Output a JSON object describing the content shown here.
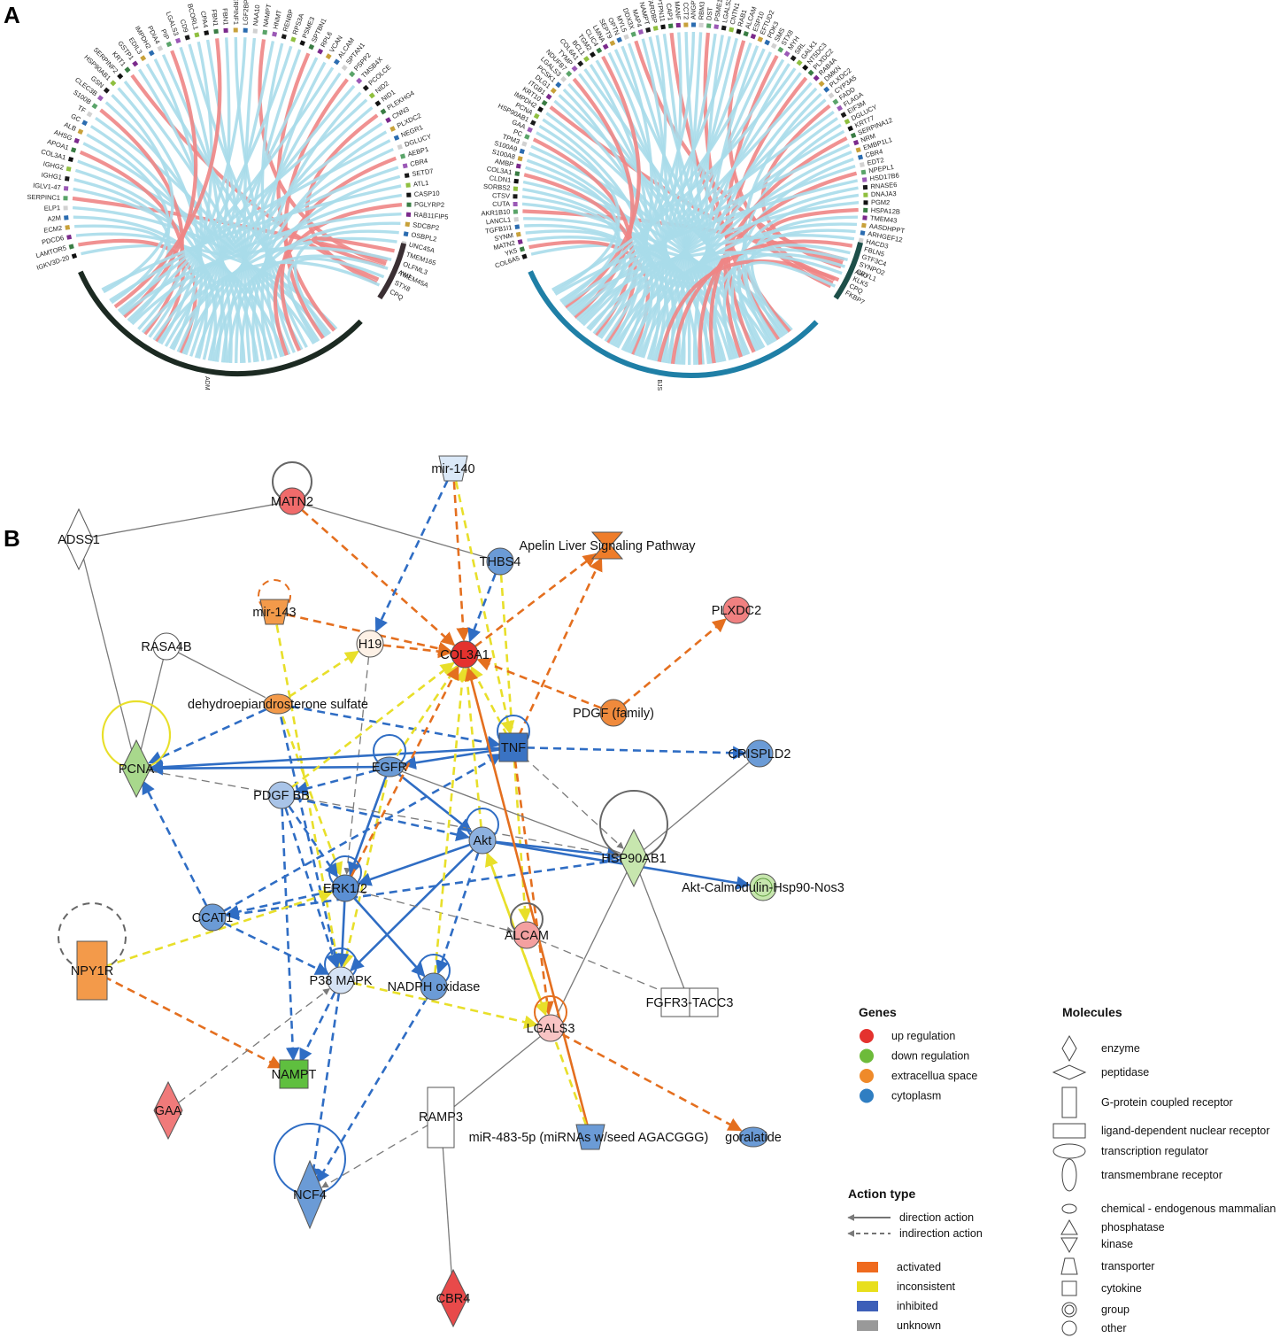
{
  "panels": {
    "a": "A",
    "b": "B"
  },
  "chord_left": {
    "genes": [
      "IGKV3D-20",
      "LAMTOR5",
      "PDCD6",
      "ECM2",
      "A2M",
      "ELP1",
      "SERPINC1",
      "IGLV1-47",
      "IGHG1",
      "IGHG2",
      "COL3A1",
      "APOA1",
      "AHSG",
      "ALB",
      "GC",
      "TF",
      "S100B",
      "CLEC3B",
      "GSN",
      "HSP90AB1",
      "SERPINF2",
      "KRT1",
      "GSTP1",
      "EDIL3",
      "IMPDH2",
      "PDIA4",
      "PIP",
      "LGALS3",
      "CD9",
      "BCORL1",
      "CPA4",
      "FBN1",
      "FBN1",
      "SERPINF1",
      "LGF2BP3",
      "NAA10",
      "NAMPT",
      "HNMT",
      "RENBP",
      "RPS3A",
      "PSME3",
      "SPTBN1",
      "RPL6",
      "VCAN",
      "ALCAM",
      "SPTAN1",
      "PSPP2",
      "TMSB4X",
      "PCOLCE",
      "NID2",
      "NID1",
      "PLEKHG4",
      "CNN3",
      "PLXDC2",
      "NEGR1",
      "DGLUCY",
      "AEBP1",
      "CBR4",
      "SETD7",
      "ATL1",
      "CASP10",
      "PGLYRP2",
      "RAB11FIP5",
      "SDCBP2",
      "OSBPL2",
      "UNC45A",
      "TMEM165",
      "OLFML3",
      "TMEM45A",
      "STX8",
      "CPQ"
    ],
    "group_big": "ADM",
    "group_small": "AWJ"
  },
  "chord_right": {
    "genes": [
      "COL6A5",
      "YK5",
      "MATN2",
      "SYNM",
      "TGFB1I1",
      "LANCL1",
      "AKR1B10",
      "CUTA",
      "CTSV",
      "SORBS2",
      "CLDN1",
      "COL3A1",
      "AMBP",
      "S100A8",
      "S100A9",
      "TPM3",
      "PC",
      "GAA",
      "HSP90AB1",
      "PCNA",
      "IMPDH2",
      "KRT10",
      "ITGB1",
      "DLG1",
      "PCSK1",
      "LGALS3",
      "NDUFB7",
      "TYMP",
      "COL6A1",
      "BCL1",
      "TGM2",
      "CLIC4",
      "LMNA",
      "SEPT9",
      "OPTN",
      "MYL5",
      "DDX3X",
      "MAP4",
      "NAMPT",
      "TARDBP",
      "PTPN11",
      "CAP1",
      "MANF",
      "CCT2",
      "ANGPT1",
      "RBM3",
      "DST",
      "PSME1",
      "LGALS3BP",
      "CNTN1",
      "RAB1",
      "ALCAM",
      "ESP10",
      "EFTUD2",
      "PDK3",
      "SMS",
      "STX8",
      "MYH",
      "SRL",
      "GALK1",
      "NT5DC3",
      "PLXDC2",
      "RAB4A",
      "DMKN",
      "PLXDC2",
      "CYP3A5",
      "FADD",
      "FLAGA",
      "EIF3M",
      "DGLUCY",
      "KRT77",
      "SERPINA12",
      "NRM",
      "EMBP1L1",
      "CBR4",
      "EDT2",
      "NPEPL1",
      "HSD17B6",
      "RNASE6",
      "DNAJA3",
      "PGM2",
      "HSPA12B",
      "TMEM43",
      "AASDHPPT",
      "ARHGEF12",
      "HACD3",
      "FBLN5",
      "GTF3C4",
      "SYNPO2",
      "CRYL1",
      "KLK5",
      "CPQ",
      "FKBP7"
    ],
    "group_big": "BJS",
    "group_small": "AWJ"
  },
  "network": {
    "nodes": [
      {
        "id": "ADSS1",
        "label": "ADSS1",
        "shape": "diamond",
        "color": "#ffffff"
      },
      {
        "id": "MATN2",
        "label": "MATN2",
        "shape": "circle",
        "color": "#f06b6b"
      },
      {
        "id": "MIR140",
        "label": "mir-140",
        "shape": "trapezoid",
        "color": "#dbe9f8"
      },
      {
        "id": "APELIN",
        "label": "Apelin Liver Signaling Pathway",
        "shape": "hourglass",
        "color": "#ef7d2a"
      },
      {
        "id": "THBS4",
        "label": "THBS4",
        "shape": "circle",
        "color": "#6b9bd6"
      },
      {
        "id": "PLXDC2",
        "label": "PLXDC2",
        "shape": "circle",
        "color": "#f08080"
      },
      {
        "id": "MIR143",
        "label": "mir-143",
        "shape": "trapezoid",
        "color": "#f39a4a"
      },
      {
        "id": "RASA4B",
        "label": "RASA4B",
        "shape": "circle",
        "color": "#ffffff"
      },
      {
        "id": "H19",
        "label": "H19",
        "shape": "circle",
        "color": "#fdf1e6"
      },
      {
        "id": "COL3A1",
        "label": "COL3A1",
        "shape": "circle",
        "color": "#e4322e"
      },
      {
        "id": "DHEAS",
        "label": "dehydroepiandrosterone sulfate",
        "shape": "ellipse",
        "color": "#f39a4a"
      },
      {
        "id": "PDGF",
        "label": "PDGF (family)",
        "shape": "circle",
        "color": "#f08a3c"
      },
      {
        "id": "PCNA",
        "label": "PCNA",
        "shape": "diamond",
        "color": "#a8d88c"
      },
      {
        "id": "TNF",
        "label": "TNF",
        "shape": "square",
        "color": "#3a73c3"
      },
      {
        "id": "CRISPLD2",
        "label": "CRISPLD2",
        "shape": "circle",
        "color": "#6b9bd6"
      },
      {
        "id": "EGFR",
        "label": "EGFR",
        "shape": "ellipse",
        "color": "#6b9bd6"
      },
      {
        "id": "PDGFBB",
        "label": "PDGF BB",
        "shape": "circle",
        "color": "#a9c4e8"
      },
      {
        "id": "AKT",
        "label": "Akt",
        "shape": "circle",
        "color": "#8db1e0"
      },
      {
        "id": "HSP90AB1",
        "label": "HSP90AB1",
        "shape": "diamond",
        "color": "#c7e6ae"
      },
      {
        "id": "AKTCAL",
        "label": "Akt-Calmodulin-Hsp90-Nos3",
        "shape": "group",
        "color": "#c7e6ae"
      },
      {
        "id": "ERK12",
        "label": "ERK1/2",
        "shape": "circle",
        "color": "#5b8fd3"
      },
      {
        "id": "CCAT1",
        "label": "CCAT1",
        "shape": "circle",
        "color": "#6b9bd6"
      },
      {
        "id": "ALCAM",
        "label": "ALCAM",
        "shape": "circle",
        "color": "#f4a0a0"
      },
      {
        "id": "NPY1R",
        "label": "NPY1R",
        "shape": "rect",
        "color": "#f39a4a"
      },
      {
        "id": "P38",
        "label": "P38 MAPK",
        "shape": "circle",
        "color": "#d5e3f5"
      },
      {
        "id": "NADPH",
        "label": "NADPH oxidase",
        "shape": "circle",
        "color": "#6b9bd6"
      },
      {
        "id": "FGFR3",
        "label": "FGFR3-TACC3",
        "shape": "split",
        "color": "#ffffff"
      },
      {
        "id": "LGALS3",
        "label": "LGALS3",
        "shape": "circle",
        "color": "#f8c4c4"
      },
      {
        "id": "NAMPT",
        "label": "NAMPT",
        "shape": "square",
        "color": "#5fbf3f"
      },
      {
        "id": "GAA",
        "label": "GAA",
        "shape": "diamond",
        "color": "#f07a7a"
      },
      {
        "id": "RAMP3",
        "label": "RAMP3",
        "shape": "rect",
        "color": "#ffffff"
      },
      {
        "id": "MIR483",
        "label": "miR-483-5p (miRNAs w/seed AGACGGG)",
        "shape": "trapezoid",
        "color": "#6b9bd6"
      },
      {
        "id": "GORALATIDE",
        "label": "goralatide",
        "shape": "ellipse",
        "color": "#6b9bd6"
      },
      {
        "id": "NCF4",
        "label": "NCF4",
        "shape": "diamond",
        "color": "#6b9bd6"
      },
      {
        "id": "CBR4",
        "label": "CBR4",
        "shape": "diamond",
        "color": "#e84a4a"
      }
    ],
    "edges": [
      [
        "ADSS1",
        "MATN2",
        "gray",
        "solid"
      ],
      [
        "ADSS1",
        "PCNA",
        "gray",
        "solid"
      ],
      [
        "MATN2",
        "THBS4",
        "gray",
        "solid"
      ],
      [
        "MATN2",
        "COL3A1",
        "orange",
        "dash"
      ],
      [
        "MIR140",
        "COL3A1",
        "orange",
        "dash"
      ],
      [
        "MIR140",
        "H19",
        "blue",
        "dash"
      ],
      [
        "MIR140",
        "TNF",
        "yellow",
        "dash"
      ],
      [
        "THBS4",
        "COL3A1",
        "blue",
        "dash"
      ],
      [
        "THBS4",
        "ALCAM",
        "yellow",
        "dash"
      ],
      [
        "MIR143",
        "COL3A1",
        "orange",
        "dash"
      ],
      [
        "MIR143",
        "P38",
        "yellow",
        "dash"
      ],
      [
        "H19",
        "COL3A1",
        "orange",
        "dash"
      ],
      [
        "H19",
        "ERK12",
        "gray",
        "dash"
      ],
      [
        "COL3A1",
        "APELIN",
        "orange",
        "dash"
      ],
      [
        "PDGF",
        "COL3A1",
        "orange",
        "dash"
      ],
      [
        "PDGF",
        "PLXDC2",
        "orange",
        "dash"
      ],
      [
        "RASA4B",
        "PCNA",
        "gray",
        "solid"
      ],
      [
        "RASA4B",
        "DHEAS",
        "gray",
        "solid"
      ],
      [
        "DHEAS",
        "TNF",
        "blue",
        "dash"
      ],
      [
        "DHEAS",
        "PCNA",
        "blue",
        "dash"
      ],
      [
        "DHEAS",
        "ERK12",
        "yellow",
        "dash"
      ],
      [
        "DHEAS",
        "P38",
        "blue",
        "dash"
      ],
      [
        "DHEAS",
        "H19",
        "yellow",
        "dash"
      ],
      [
        "TNF",
        "CRISPLD2",
        "blue",
        "dash"
      ],
      [
        "TNF",
        "PCNA",
        "blue",
        "solid"
      ],
      [
        "TNF",
        "EGFR",
        "blue",
        "solid"
      ],
      [
        "TNF",
        "COL3A1",
        "yellow",
        "dash"
      ],
      [
        "TNF",
        "APELIN",
        "orange",
        "dash"
      ],
      [
        "TNF",
        "HSP90AB1",
        "gray",
        "dash"
      ],
      [
        "TNF",
        "LGALS3",
        "orange",
        "dash"
      ],
      [
        "EGFR",
        "PCNA",
        "blue",
        "solid"
      ],
      [
        "EGFR",
        "AKT",
        "blue",
        "solid"
      ],
      [
        "EGFR",
        "ERK12",
        "blue",
        "solid"
      ],
      [
        "EGFR",
        "COL3A1",
        "yellow",
        "dash"
      ],
      [
        "EGFR",
        "HSP90AB1",
        "gray",
        "solid"
      ],
      [
        "EGFR",
        "P38",
        "yellow",
        "dash"
      ],
      [
        "PDGFBB",
        "AKT",
        "blue",
        "dash"
      ],
      [
        "PDGFBB",
        "ERK12",
        "blue",
        "dash"
      ],
      [
        "PDGFBB",
        "P38",
        "blue",
        "dash"
      ],
      [
        "PDGFBB",
        "NAMPT",
        "blue",
        "dash"
      ],
      [
        "PDGFBB",
        "COL3A1",
        "yellow",
        "dash"
      ],
      [
        "AKT",
        "HSP90AB1",
        "blue",
        "solid"
      ],
      [
        "AKT",
        "AKTCAL",
        "blue",
        "solid"
      ],
      [
        "AKT",
        "ERK12",
        "blue",
        "solid"
      ],
      [
        "AKT",
        "P38",
        "blue",
        "solid"
      ],
      [
        "AKT",
        "NADPH",
        "blue",
        "dash"
      ],
      [
        "AKT",
        "COL3A1",
        "yellow",
        "dash"
      ],
      [
        "AKT",
        "LGALS3",
        "yellow",
        "solid"
      ],
      [
        "HSP90AB1",
        "CRISPLD2",
        "gray",
        "solid"
      ],
      [
        "HSP90AB1",
        "FGFR3",
        "gray",
        "solid"
      ],
      [
        "HSP90AB1",
        "LGALS3",
        "gray",
        "solid"
      ],
      [
        "HSP90AB1",
        "CCAT1",
        "blue",
        "dash"
      ],
      [
        "ERK12",
        "CCAT1",
        "blue",
        "dash"
      ],
      [
        "ERK12",
        "P38",
        "blue",
        "solid"
      ],
      [
        "ERK12",
        "NADPH",
        "blue",
        "solid"
      ],
      [
        "ERK12",
        "ALCAM",
        "gray",
        "dash"
      ],
      [
        "CCAT1",
        "PCNA",
        "blue",
        "dash"
      ],
      [
        "CCAT1",
        "TNF",
        "blue",
        "dash"
      ],
      [
        "CCAT1",
        "P38",
        "blue",
        "dash"
      ],
      [
        "NPY1R",
        "ERK12",
        "yellow",
        "dash"
      ],
      [
        "NPY1R",
        "NAMPT",
        "orange",
        "dash"
      ],
      [
        "P38",
        "NAMPT",
        "blue",
        "dash"
      ],
      [
        "P38",
        "NCF4",
        "blue",
        "dash"
      ],
      [
        "NADPH",
        "NCF4",
        "blue",
        "dash"
      ],
      [
        "NADPH",
        "COL3A1",
        "yellow",
        "dash"
      ],
      [
        "LGALS3",
        "GORALATIDE",
        "orange",
        "dash"
      ],
      [
        "LGALS3",
        "RAMP3",
        "gray",
        "solid"
      ],
      [
        "ALCAM",
        "FGFR3",
        "gray",
        "dash"
      ],
      [
        "GAA",
        "P38",
        "gray",
        "dash"
      ],
      [
        "RAMP3",
        "CBR4",
        "gray",
        "solid"
      ],
      [
        "RAMP3",
        "NCF4",
        "gray",
        "dash"
      ],
      [
        "MIR483",
        "COL3A1",
        "orange",
        "solid"
      ],
      [
        "MIR483",
        "AKT",
        "yellow",
        "dash"
      ],
      [
        "PCNA",
        "HSP90AB1",
        "gray",
        "dash"
      ],
      [
        "EGFR",
        "PDGFBB",
        "blue",
        "dash"
      ],
      [
        "ERK12",
        "COL3A1",
        "orange",
        "dash"
      ],
      [
        "P38",
        "LGALS3",
        "yellow",
        "dash"
      ]
    ]
  },
  "legend": {
    "genes_title": "Genes",
    "genes": [
      {
        "label": "up regulation",
        "color": "#e4322e"
      },
      {
        "label": "down regulation",
        "color": "#6dbb3a"
      },
      {
        "label": "extracellua space",
        "color": "#ef8a2a"
      },
      {
        "label": "cytoplasm",
        "color": "#2f7ec2"
      }
    ],
    "molecules_title": "Molecules",
    "molecules": [
      {
        "label": "enzyme",
        "shape": "diamond"
      },
      {
        "label": "peptidase",
        "shape": "flat-diamond"
      },
      {
        "label": "G-protein coupled receptor",
        "shape": "tall-rect"
      },
      {
        "label": "ligand-dependent nuclear receptor",
        "shape": "wide-rect"
      },
      {
        "label": "transcription regulator",
        "shape": "ellipse"
      },
      {
        "label": "transmembrane receptor",
        "shape": "tall-ellipse"
      },
      {
        "label": "chemical - endogenous mammalian",
        "shape": "small-ellipse"
      },
      {
        "label": "phosphatase",
        "shape": "triangle"
      },
      {
        "label": "kinase",
        "shape": "down-triangle"
      },
      {
        "label": "transporter",
        "shape": "trapezoid"
      },
      {
        "label": "cytokine",
        "shape": "square"
      },
      {
        "label": "group",
        "shape": "double-circle"
      },
      {
        "label": "other",
        "shape": "circle"
      }
    ],
    "action_title": "Action type",
    "actions": [
      {
        "label": "direction action",
        "style": "solid"
      },
      {
        "label": "indirection action",
        "style": "dash"
      }
    ],
    "colors": [
      {
        "label": "activated",
        "color": "#ef6a1e"
      },
      {
        "label": "inconsistent",
        "color": "#e8df1c"
      },
      {
        "label": "inhibited",
        "color": "#3d5fb8"
      },
      {
        "label": "unknown",
        "color": "#999999"
      }
    ]
  }
}
